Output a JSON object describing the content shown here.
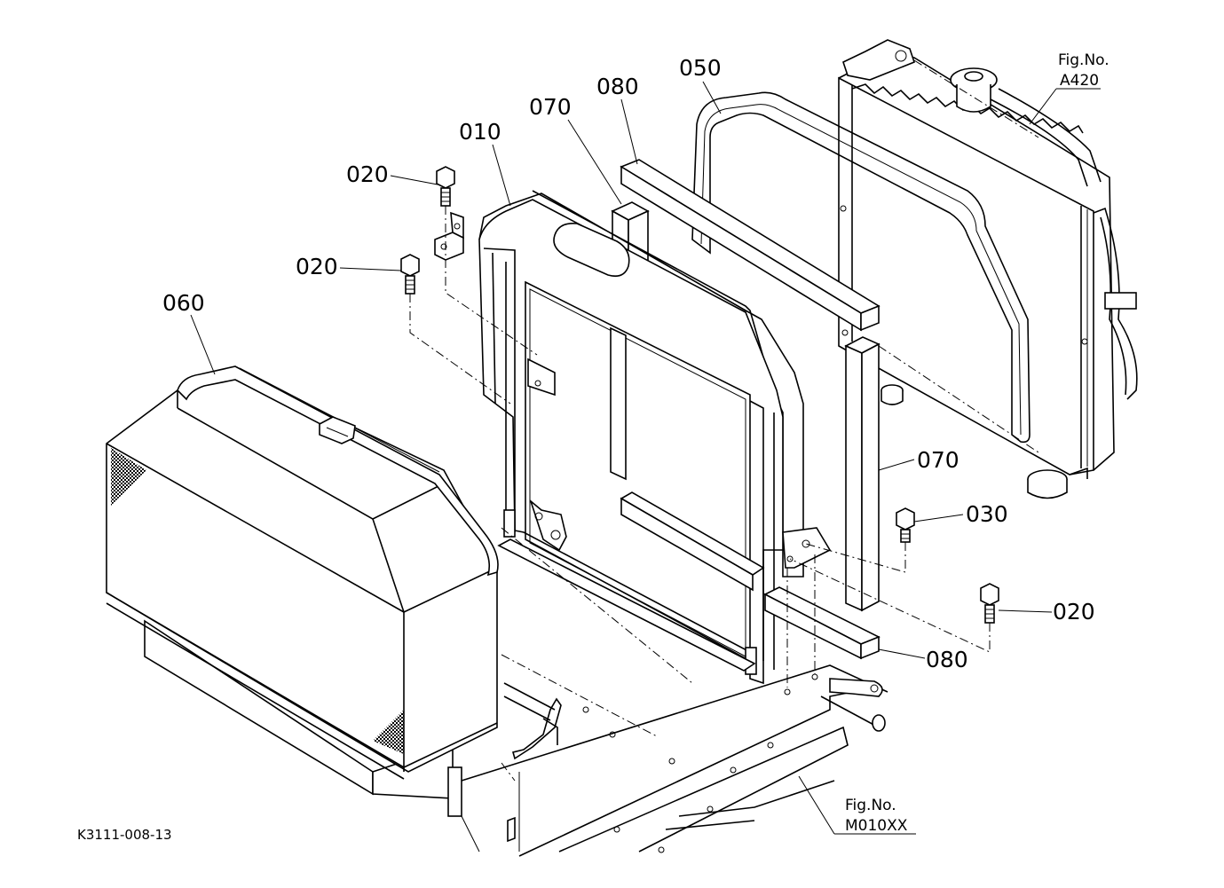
{
  "parts": {
    "p050": "050",
    "p080_top": "080",
    "p070_top": "070",
    "p010": "010",
    "p020_a": "020",
    "p020_b": "020",
    "p060": "060",
    "p070_right": "070",
    "p030": "030",
    "p020_c": "020",
    "p080_bottom": "080"
  },
  "figure_refs": {
    "radiator": {
      "caption": "Fig.No.",
      "code": "A420"
    },
    "frame": {
      "caption": "Fig.No.",
      "code": "M010XX"
    }
  },
  "drawing_code": "K3111-008-13"
}
